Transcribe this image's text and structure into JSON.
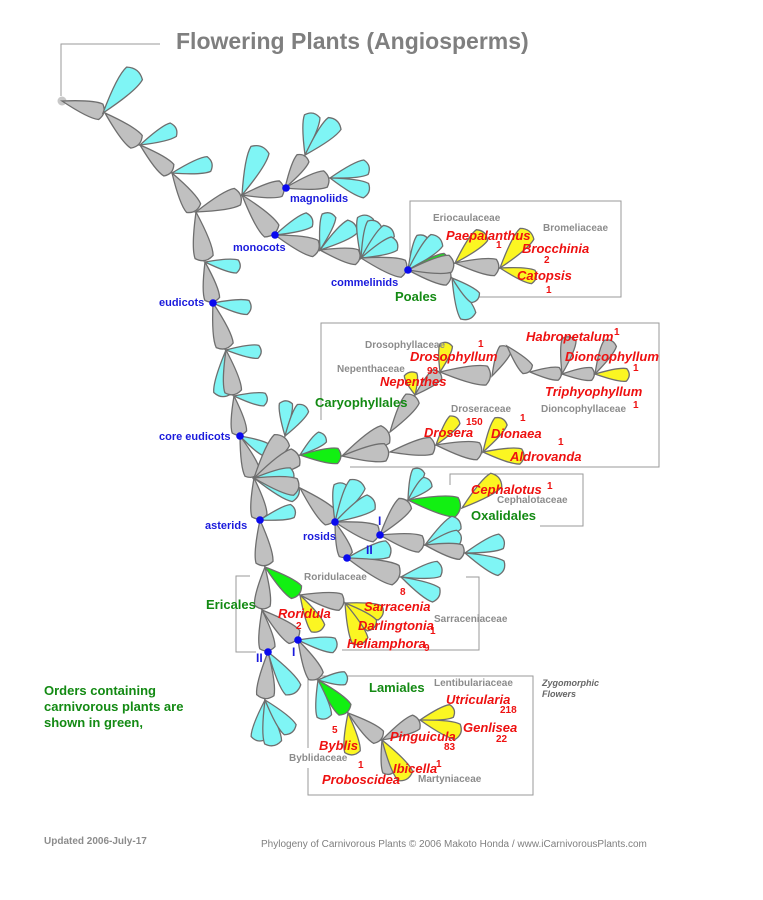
{
  "header": {
    "title": "Flowering Plants (Angiosperms)"
  },
  "colors": {
    "branch_fill": "#c0c0c0",
    "branch_stroke": "#6e6e6e",
    "leaf_cyan": "#7ff5f5",
    "carnivorous_order_green": "#12f012",
    "carnivorous_genus_yellow": "#fbf622",
    "node_blue": "#0a0aee",
    "clade_label": "#1a1adc",
    "order_label": "#138a13",
    "genus_label": "#ee1111",
    "family_label": "#8c8c8c"
  },
  "clades": [
    {
      "id": "magnoliids",
      "label": "magnoliids"
    },
    {
      "id": "monocots",
      "label": "monocots"
    },
    {
      "id": "commelinids",
      "label": "commelinids"
    },
    {
      "id": "eudicots",
      "label": "eudicots"
    },
    {
      "id": "core-eudicots",
      "label": "core eudicots"
    },
    {
      "id": "asterids",
      "label": "asterids"
    },
    {
      "id": "rosids",
      "label": "rosids"
    },
    {
      "id": "rosids-i",
      "label": "I"
    },
    {
      "id": "rosids-ii",
      "label": "II"
    },
    {
      "id": "asterids-i",
      "label": "I"
    },
    {
      "id": "asterids-ii",
      "label": "II"
    }
  ],
  "orders": [
    {
      "id": "poales",
      "label": "Poales"
    },
    {
      "id": "caryophyllales",
      "label": "Caryophyllales"
    },
    {
      "id": "oxalidales",
      "label": "Oxalidales"
    },
    {
      "id": "ericales",
      "label": "Ericales"
    },
    {
      "id": "lamiales",
      "label": "Lamiales"
    }
  ],
  "families": [
    {
      "id": "eriocaulaceae",
      "label": "Eriocaulaceae"
    },
    {
      "id": "bromeliaceae",
      "label": "Bromeliaceae"
    },
    {
      "id": "drosophyllaceae",
      "label": "Drosophyllaceae"
    },
    {
      "id": "nepenthaceae",
      "label": "Nepenthaceae"
    },
    {
      "id": "droseraceae",
      "label": "Droseraceae"
    },
    {
      "id": "dioncophyllaceae",
      "label": "Dioncophyllaceae"
    },
    {
      "id": "cephalotaceae",
      "label": "Cephalotaceae"
    },
    {
      "id": "roridulaceae",
      "label": "Roridulaceae"
    },
    {
      "id": "sarraceniaceae",
      "label": "Sarraceniaceae"
    },
    {
      "id": "lentibulariaceae",
      "label": "Lentibulariaceae"
    },
    {
      "id": "byblidaceae",
      "label": "Byblidaceae"
    },
    {
      "id": "martyniaceae",
      "label": "Martyniaceae"
    }
  ],
  "genera": [
    {
      "id": "paepalanthus",
      "label": "Paepalanthus",
      "species": "1"
    },
    {
      "id": "brocchinia",
      "label": "Brocchinia",
      "species": "2"
    },
    {
      "id": "catopsis",
      "label": "Catopsis",
      "species": "1"
    },
    {
      "id": "drosophyllum",
      "label": "Drosophyllum",
      "species": "1"
    },
    {
      "id": "nepenthes",
      "label": "Nepenthes",
      "species": "93"
    },
    {
      "id": "habropetalum",
      "label": "Habropetalum",
      "species": "1"
    },
    {
      "id": "dioncophyllum",
      "label": "Dioncophyllum",
      "species": "1"
    },
    {
      "id": "triphyophyllum",
      "label": "Triphyophyllum",
      "species": "1"
    },
    {
      "id": "drosera",
      "label": "Drosera",
      "species": "150"
    },
    {
      "id": "dionaea",
      "label": "Dionaea",
      "species": "1"
    },
    {
      "id": "aldrovanda",
      "label": "Aldrovanda",
      "species": "1"
    },
    {
      "id": "cephalotus",
      "label": "Cephalotus",
      "species": "1"
    },
    {
      "id": "roridula",
      "label": "Roridula",
      "species": "2"
    },
    {
      "id": "sarracenia",
      "label": "Sarracenia",
      "species": "8"
    },
    {
      "id": "darlingtonia",
      "label": "Darlingtonia",
      "species": "1"
    },
    {
      "id": "heliamphora",
      "label": "Heliamphora",
      "species": "9"
    },
    {
      "id": "utricularia",
      "label": "Utricularia",
      "species": "218"
    },
    {
      "id": "genlisea",
      "label": "Genlisea",
      "species": "22"
    },
    {
      "id": "pinguicula",
      "label": "Pinguicula",
      "species": "83"
    },
    {
      "id": "byblis",
      "label": "Byblis",
      "species": "5"
    },
    {
      "id": "ibicella",
      "label": "Ibicella",
      "species": "1"
    },
    {
      "id": "proboscidea",
      "label": "Proboscidea",
      "species": "1"
    }
  ],
  "annotations": {
    "legend_note": "Orders containing carnivorous plants are shown in green,",
    "zygomorphic": "Zygomorphic Flowers",
    "updated": "Updated 2006-July-17",
    "footer": "Phylogeny of Carnivorous Plants  © 2006 Makoto Honda / www.iCarnivorousPlants.com"
  }
}
